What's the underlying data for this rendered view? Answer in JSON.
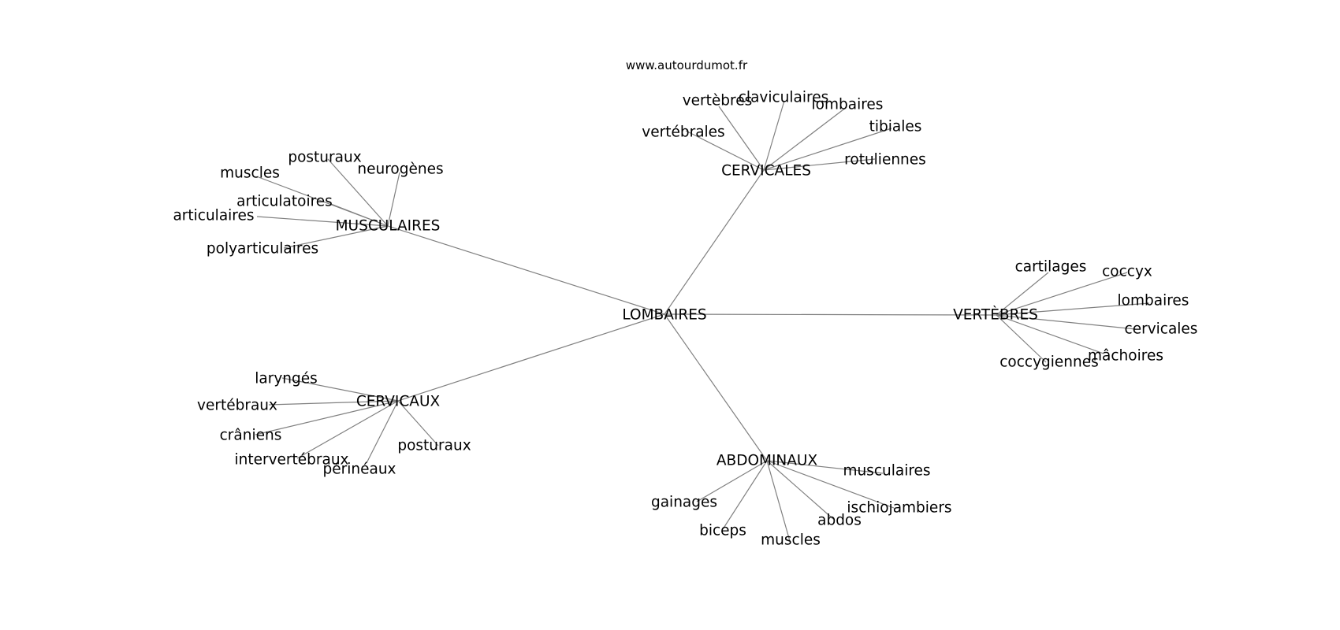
{
  "source_label": "www.autourdumot.fr",
  "center": "LOMBAIRES",
  "clusters": [
    {
      "label": "CERVICALES",
      "words": [
        "vertèbres",
        "claviculaires",
        "lombaires",
        "vertébrales",
        "tibiales",
        "rotuliennes"
      ]
    },
    {
      "label": "MUSCULAIRES",
      "words": [
        "posturaux",
        "neurogènes",
        "muscles",
        "articulatoires",
        "articulaires",
        "polyarticulaires"
      ]
    },
    {
      "label": "VERTÈBRES",
      "words": [
        "cartilages",
        "coccyx",
        "lombaires",
        "cervicales",
        "mâchoires",
        "coccygiennes"
      ]
    },
    {
      "label": "CERVICAUX",
      "words": [
        "laryngés",
        "vertébraux",
        "crâniens",
        "intervertébraux",
        "périnéaux",
        "posturaux"
      ]
    },
    {
      "label": "ABDOMINAUX",
      "words": [
        "musculaires",
        "gainages",
        "ischiojambiers",
        "abdos",
        "biceps",
        "muscles"
      ]
    }
  ],
  "colors": {
    "edge": "#808080",
    "text": "#000000",
    "background": "#ffffff"
  }
}
